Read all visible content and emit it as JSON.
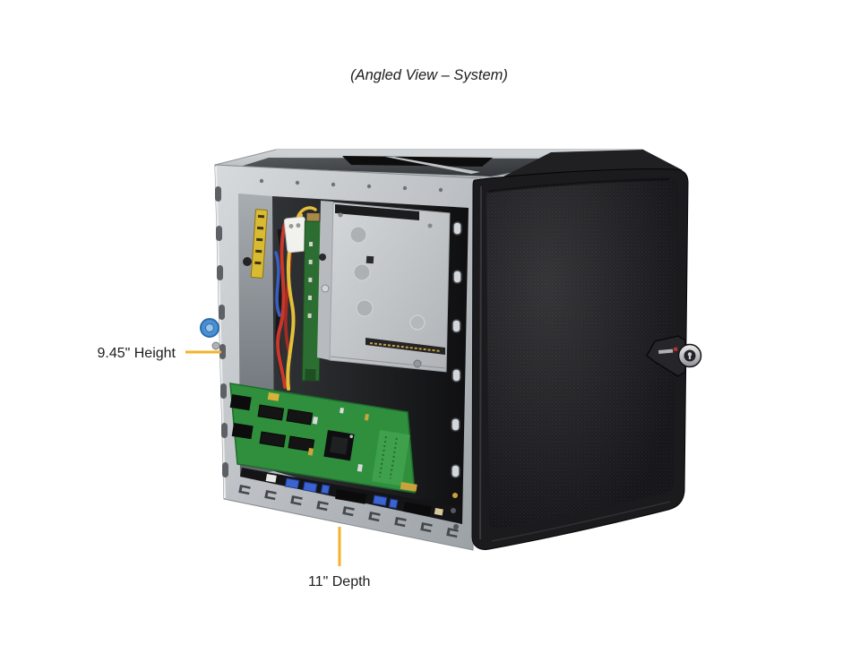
{
  "figure": {
    "title": "(Angled View – System)",
    "height_callout": {
      "label": "9.45\" Height"
    },
    "depth_callout": {
      "label": "11\" Depth"
    },
    "colors": {
      "background": "#ffffff",
      "callout_line": "#f2b32a",
      "text": "#1d1d1f",
      "chassis_metal": "#c3c7cb",
      "bezel_black": "#1b1b1e",
      "pcb_green": "#2f8f3d",
      "backplane_green": "#2c6e31",
      "thumbscrew_blue": "#4a8fd4",
      "cable_red": "#c8382c",
      "cable_yellow": "#e5be3a",
      "cable_blue": "#3a5fc0",
      "warning_label_yellow": "#d9ba33",
      "gold_contacts": "#c9a23e"
    }
  }
}
